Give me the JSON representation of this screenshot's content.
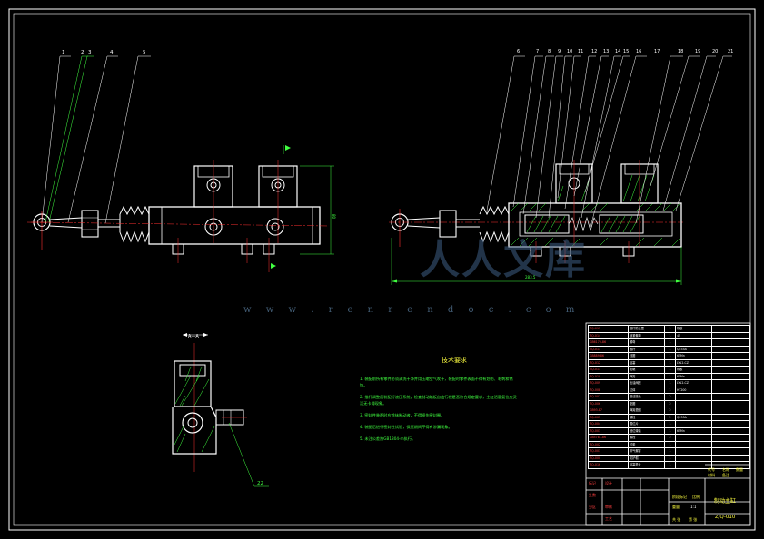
{
  "part_numbers_left": [
    "1",
    "2",
    "3",
    "4",
    "5"
  ],
  "part_numbers_right": [
    "6",
    "7",
    "8",
    "9",
    "10",
    "11",
    "12",
    "13",
    "14",
    "15",
    "16",
    "17",
    "18",
    "19",
    "20",
    "21"
  ],
  "section_label": "A—A",
  "part_number_section": "22",
  "dim_overall_length": "283.5",
  "dim_height": "80",
  "tech_title": "技术要求",
  "tech_notes": [
    "1. 装配前所有零件必须清洗干净并用压缩空气吹干，装配时零件表面不得有划伤、毛刺和锈蚀。",
    "2. 推杆调整后装配好液压系统，检查制动踏板自由行程是否符合规定要求，主缸活塞复位应灵活无卡滞现象。",
    "3. 密封件装配时应涂抹制动液，不得损伤密封圈。",
    "4. 装配后进行密封性试验，保压期间不得有渗漏现象。",
    "5. 未注公差按GB1804-m执行。"
  ],
  "bom_rows": [
    {
      "code": "ZQ-015",
      "name": "推杆防尘罩",
      "qty": "1",
      "mat": "橡胶",
      "note": ""
    },
    {
      "code": "ZQ-014",
      "name": "锁紧螺母",
      "qty": "1",
      "mat": "45",
      "note": ""
    },
    {
      "code": "GB6170-86",
      "name": "螺母",
      "qty": "1",
      "mat": "",
      "note": ""
    },
    {
      "code": "ZQ-013",
      "name": "推杆",
      "qty": "1",
      "mat": "Q235A",
      "note": ""
    },
    {
      "code": "GB889-86",
      "name": "挡圈",
      "qty": "1",
      "mat": "65Mn",
      "note": ""
    },
    {
      "code": "ZQ-012",
      "name": "活塞",
      "qty": "1",
      "mat": "LY12-CZ",
      "note": ""
    },
    {
      "code": "ZQ-011",
      "name": "皮碗",
      "qty": "1",
      "mat": "橡胶",
      "note": ""
    },
    {
      "code": "ZQ-010",
      "name": "弹簧",
      "qty": "1",
      "mat": "65Mn",
      "note": ""
    },
    {
      "code": "ZQ-009",
      "name": "出油阀座",
      "qty": "1",
      "mat": "LY12-CZ",
      "note": ""
    },
    {
      "code": "ZQ-008",
      "name": "缸体",
      "qty": "1",
      "mat": "HT200",
      "note": ""
    },
    {
      "code": "ZQ-007",
      "name": "进油接头",
      "qty": "2",
      "mat": "",
      "note": ""
    },
    {
      "code": "ZQ-006",
      "name": "垫圈",
      "qty": "2",
      "mat": "",
      "note": ""
    },
    {
      "code": "GB93-87",
      "name": "弹簧垫圈",
      "qty": "2",
      "mat": "",
      "note": ""
    },
    {
      "code": "ZQ-005",
      "name": "螺栓",
      "qty": "2",
      "mat": "Q235A",
      "note": ""
    },
    {
      "code": "ZQ-004",
      "name": "限位片",
      "qty": "1",
      "mat": "",
      "note": ""
    },
    {
      "code": "ZQ-003",
      "name": "回位弹簧",
      "qty": "1",
      "mat": "65Mn",
      "note": ""
    },
    {
      "code": "GB5781-86",
      "name": "螺栓",
      "qty": "2",
      "mat": "",
      "note": ""
    },
    {
      "code": "ZQ-002",
      "name": "衬套",
      "qty": "1",
      "mat": "",
      "note": ""
    },
    {
      "code": "ZQ-001",
      "name": "排气螺钉",
      "qty": "1",
      "mat": "",
      "note": ""
    },
    {
      "code": "ZQ-000",
      "name": "防护帽",
      "qty": "1",
      "mat": "",
      "note": ""
    },
    {
      "code": "ZQ-016",
      "name": "活塞垫片",
      "qty": "1",
      "mat": "",
      "note": ""
    }
  ],
  "bom_header": {
    "code": "代号",
    "name": "名称",
    "qty": "数量",
    "mat": "材料",
    "note": "备注"
  },
  "title_block": {
    "drawing_name": "制动主缸",
    "drawing_number": "ZJQ-010",
    "scale": "1:1",
    "labels_red": [
      "标记",
      "处数",
      "分区",
      "设计",
      "审核",
      "工艺"
    ],
    "labels_yellow": [
      "阶段标记",
      "重量",
      "比例",
      "共 张",
      "第 张"
    ]
  },
  "watermark_url": "w w w . r e n r e n d o c . c o m",
  "watermark_brand": "人人文库",
  "colors": {
    "background": "#000000",
    "frame": "#ffffff",
    "leader": "#ffffff",
    "hatch": "#40ff40",
    "center": "#ff3030",
    "dimension": "#40ff40",
    "note_text": "#40ff40",
    "title_text": "#ffff40",
    "bom_code": "#ff4040"
  }
}
